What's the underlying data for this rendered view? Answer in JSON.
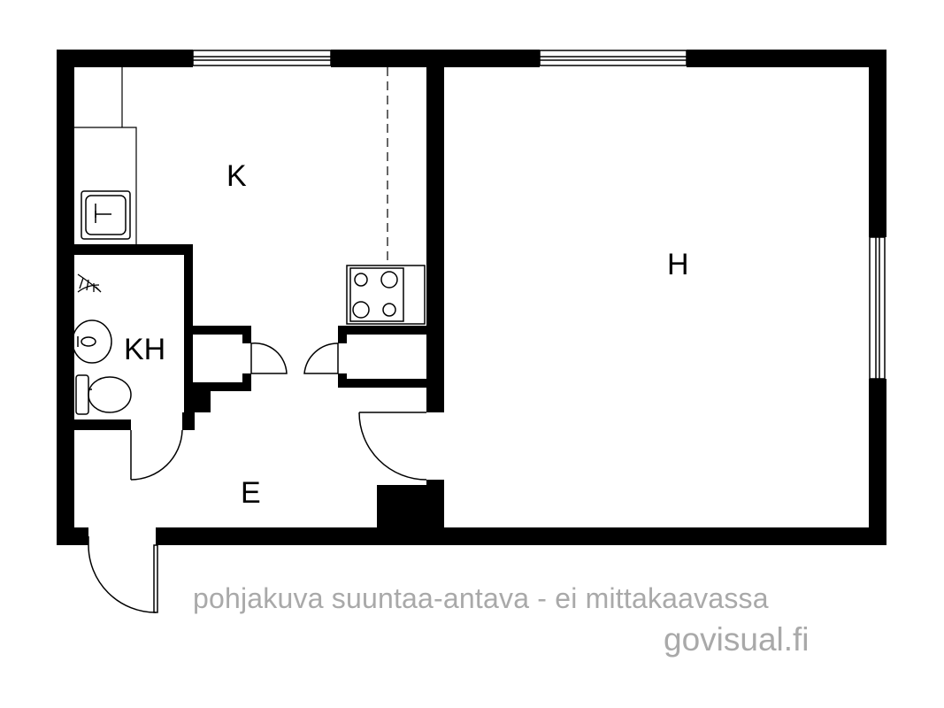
{
  "rooms": {
    "kitchen": "K",
    "living": "H",
    "bathroom": "KH",
    "entrance": "E"
  },
  "caption": "pohjakuva suuntaa-antava - ei mittakaavassa",
  "brand": "govisual.fi",
  "colors": {
    "wall": "#000000",
    "background": "#ffffff",
    "caption_text": "#a9a9a9"
  }
}
